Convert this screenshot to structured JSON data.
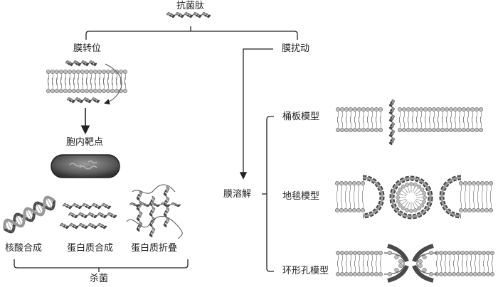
{
  "labels": {
    "antimicrobial_peptide": "抗菌肽",
    "membrane_translocation": "膜转位",
    "membrane_disturbance": "膜扰动",
    "intracellular_target": "胞内靶点",
    "membrane_lysis": "膜溶解",
    "barrel_stave_model": "桶板模型",
    "carpet_model": "地毯模型",
    "toroidal_pore_model": "环形孔模型",
    "nucleic_acid_synthesis": "核酸合成",
    "protein_synthesis": "蛋白质合成",
    "protein_folding": "蛋白质折叠",
    "sterilization": "杀菌"
  },
  "colors": {
    "ink": "#222222",
    "lipid_head": "#bdbdbd",
    "helix_dark": "#4a4a4a",
    "helix_light": "#9a9a9a",
    "bacterium": "#555555"
  }
}
